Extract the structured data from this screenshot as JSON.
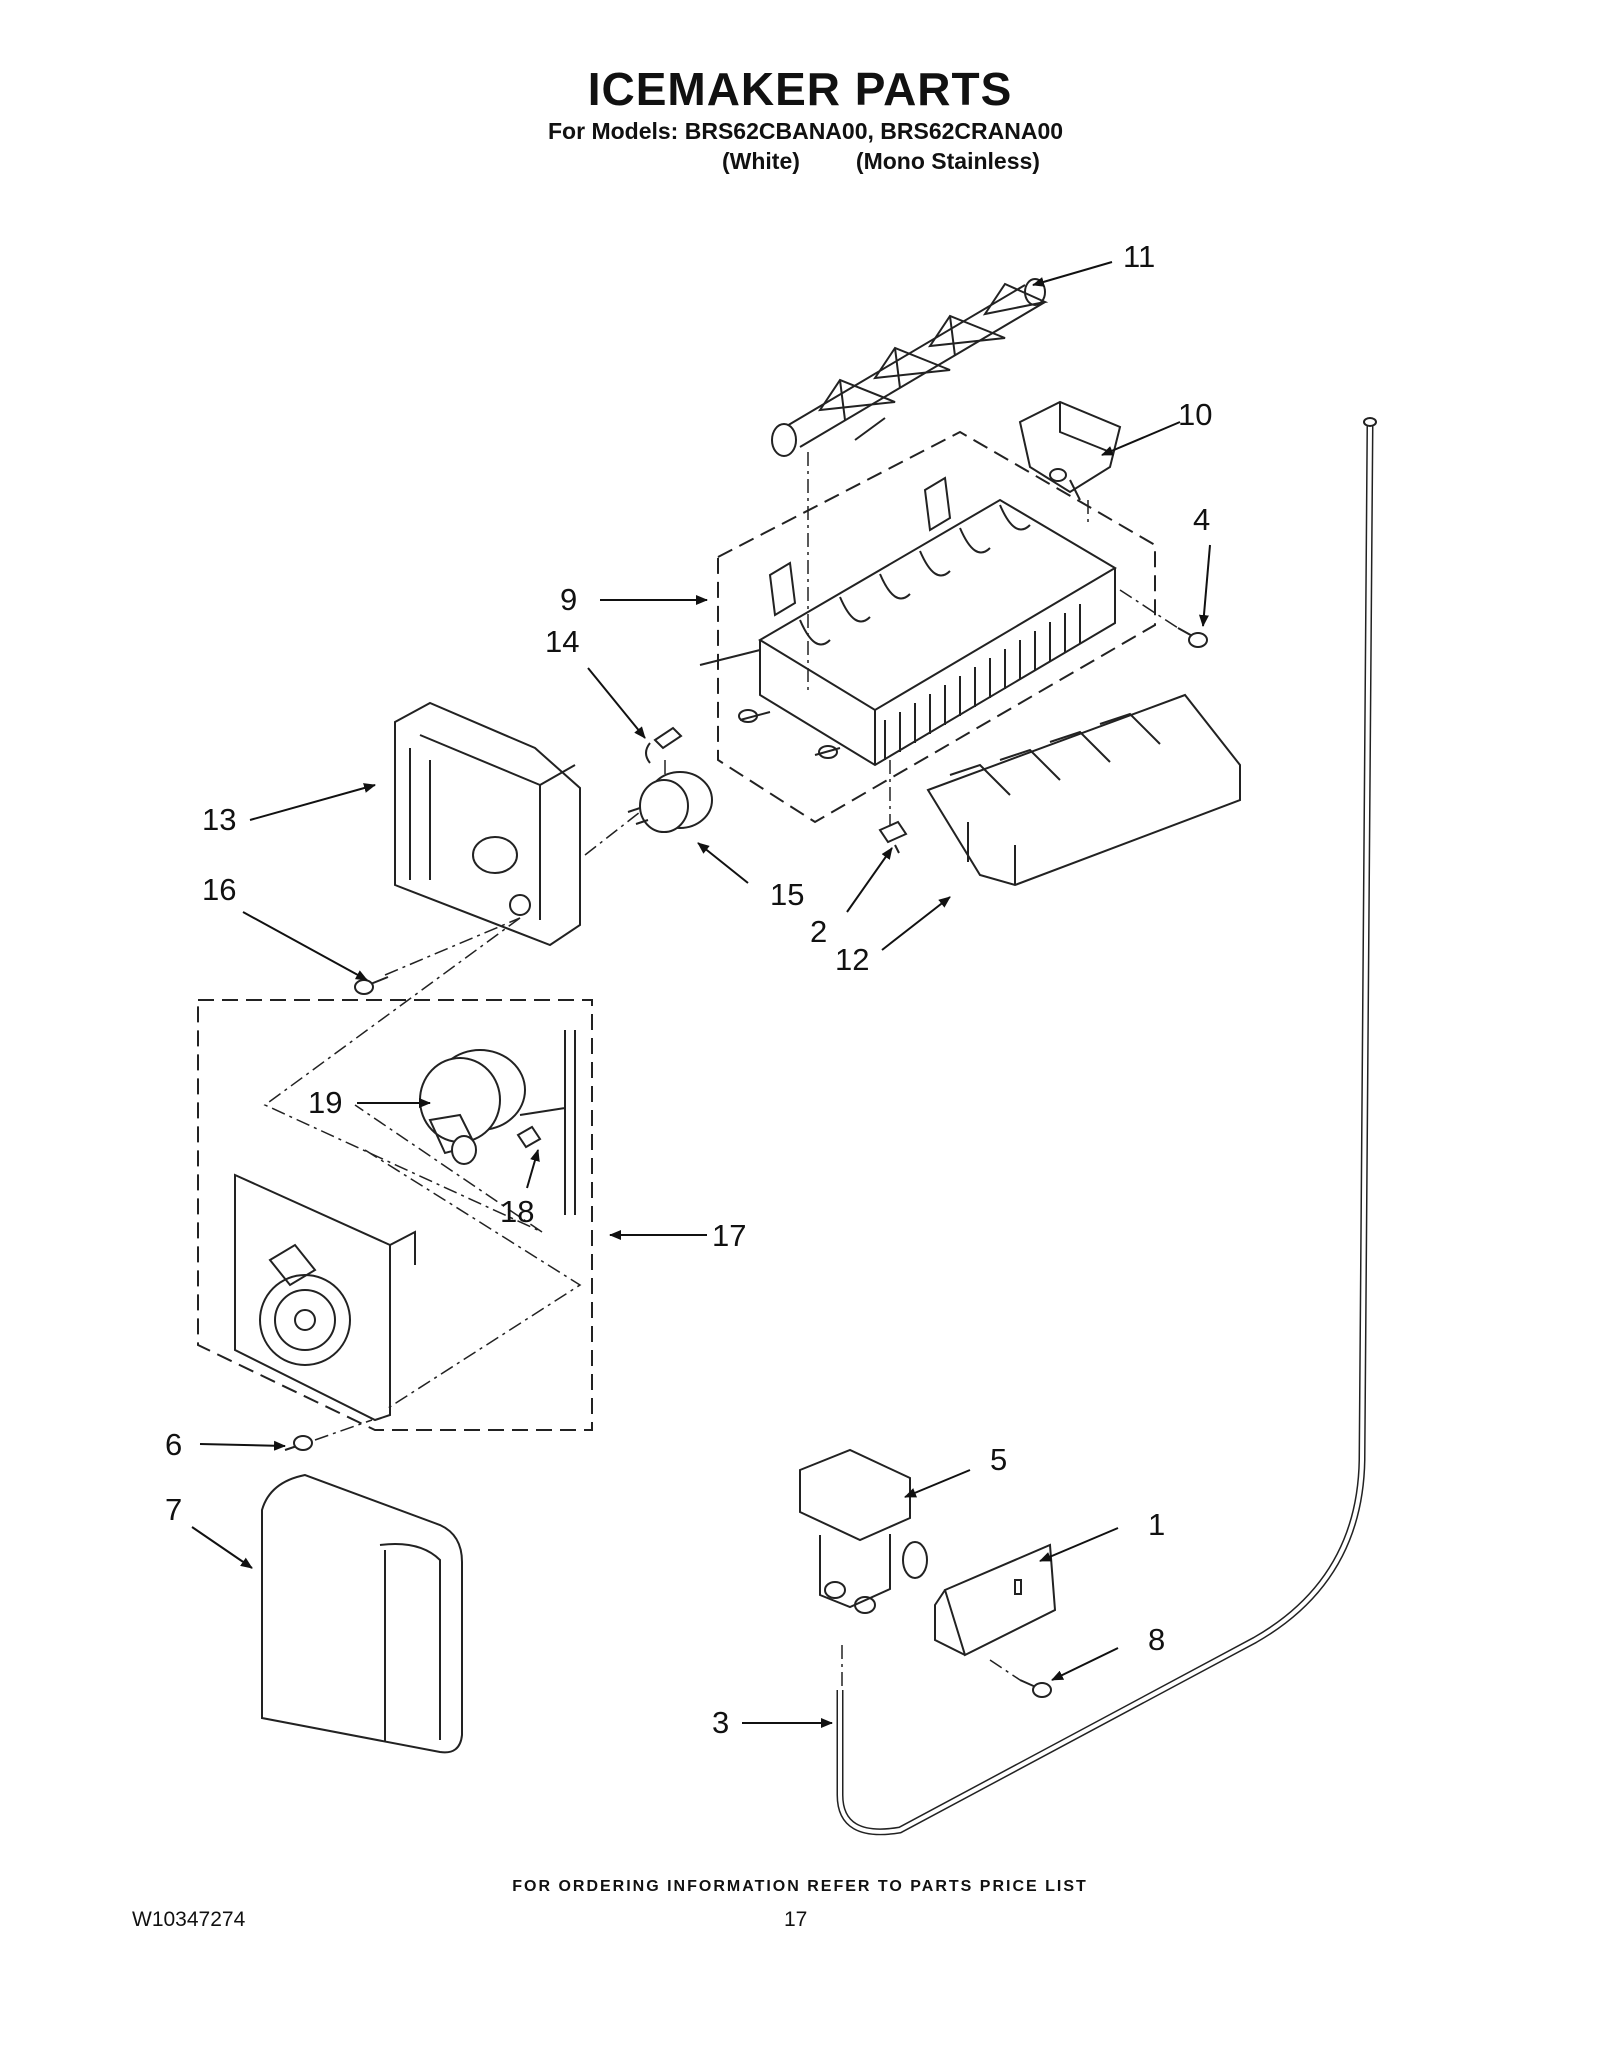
{
  "header": {
    "title": "ICEMAKER PARTS",
    "models_line": "For Models: BRS62CBANA00, BRS62CRANA00",
    "variant_1": "(White)",
    "variant_2": "(Mono Stainless)"
  },
  "callouts": [
    "1",
    "2",
    "3",
    "4",
    "5",
    "6",
    "7",
    "8",
    "9",
    "10",
    "11",
    "12",
    "13",
    "14",
    "15",
    "16",
    "17",
    "18",
    "19"
  ],
  "footer": {
    "note": "FOR ORDERING INFORMATION REFER TO PARTS PRICE LIST",
    "document_number": "W10347274",
    "page_number": "17"
  }
}
